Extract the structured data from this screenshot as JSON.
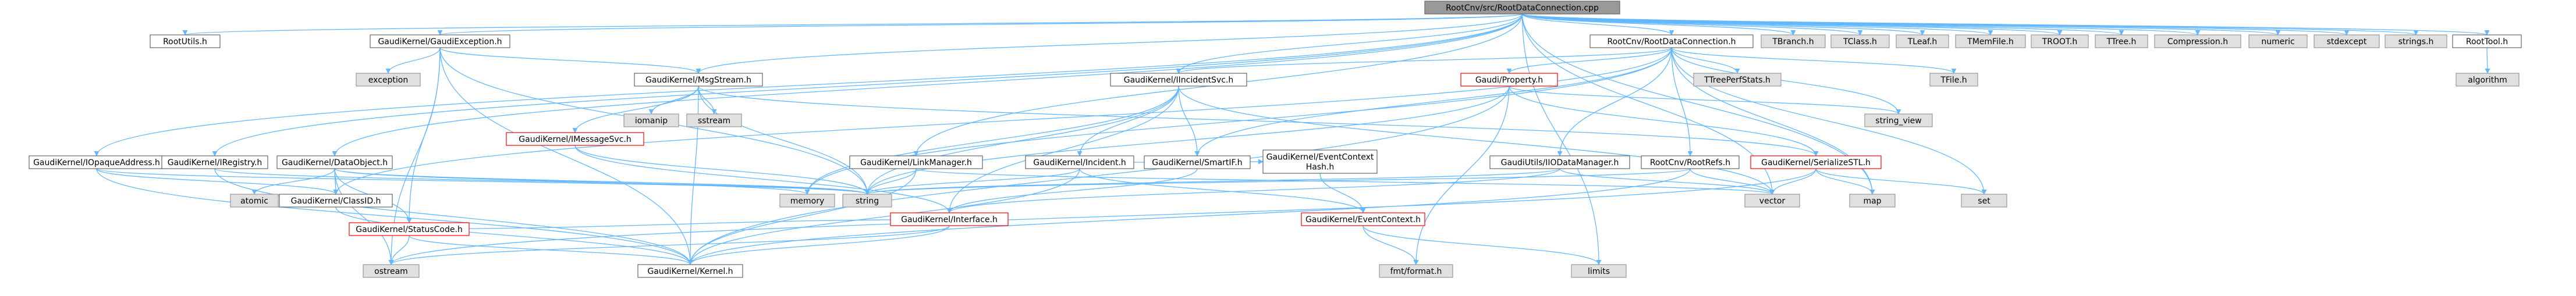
{
  "colors": {
    "root_fill": "#999999",
    "doc_fill": "#ffffff",
    "doc_stroke": "#666666",
    "red_stroke": "#ff0000",
    "system_fill": "#e0e0e0",
    "system_stroke": "#999999",
    "edge": "#63B8FF"
  },
  "nodes": [
    {
      "id": "root",
      "label": "RootCnv/src/RootDataConnection.cpp",
      "kind": "root"
    },
    {
      "id": "rootutils",
      "label": "RootUtils.h",
      "kind": "doc"
    },
    {
      "id": "gaudiexc",
      "label": "GaudiKernel/GaudiException.h",
      "kind": "doc"
    },
    {
      "id": "exception",
      "label": "exception",
      "kind": "system"
    },
    {
      "id": "msgstream",
      "label": "GaudiKernel/MsgStream.h",
      "kind": "doc"
    },
    {
      "id": "iomanip",
      "label": "iomanip",
      "kind": "system"
    },
    {
      "id": "sstream",
      "label": "sstream",
      "kind": "system"
    },
    {
      "id": "imessagesvc",
      "label": "GaudiKernel/IMessageSvc.h",
      "kind": "red"
    },
    {
      "id": "iincidentsvc",
      "label": "GaudiKernel/IIncidentSvc.h",
      "kind": "doc"
    },
    {
      "id": "incident",
      "label": "GaudiKernel/Incident.h",
      "kind": "doc"
    },
    {
      "id": "smartif",
      "label": "GaudiKernel/SmartIF.h",
      "kind": "doc"
    },
    {
      "id": "evctxhash",
      "label": "GaudiKernel/EventContext Hash.h",
      "kind": "doc",
      "lines": [
        "GaudiKernel/EventContext",
        "Hash.h"
      ]
    },
    {
      "id": "linkmanager",
      "label": "GaudiKernel/LinkManager.h",
      "kind": "doc"
    },
    {
      "id": "iopaque",
      "label": "GaudiKernel/IOpaqueAddress.h",
      "kind": "doc"
    },
    {
      "id": "iregistry",
      "label": "GaudiKernel/IRegistry.h",
      "kind": "doc"
    },
    {
      "id": "dataobject",
      "label": "GaudiKernel/DataObject.h",
      "kind": "doc"
    },
    {
      "id": "atomic",
      "label": "atomic",
      "kind": "system"
    },
    {
      "id": "classid",
      "label": "GaudiKernel/ClassID.h",
      "kind": "doc"
    },
    {
      "id": "statuscode",
      "label": "GaudiKernel/StatusCode.h",
      "kind": "red"
    },
    {
      "id": "ostream",
      "label": "ostream",
      "kind": "system"
    },
    {
      "id": "kernel",
      "label": "GaudiKernel/Kernel.h",
      "kind": "doc"
    },
    {
      "id": "memory",
      "label": "memory",
      "kind": "system"
    },
    {
      "id": "string",
      "label": "string",
      "kind": "system"
    },
    {
      "id": "interface",
      "label": "GaudiKernel/Interface.h",
      "kind": "red"
    },
    {
      "id": "rootdataconn",
      "label": "RootCnv/RootDataConnection.h",
      "kind": "doc"
    },
    {
      "id": "property",
      "label": "Gaudi/Property.h",
      "kind": "red"
    },
    {
      "id": "tfile",
      "label": "TFile.h",
      "kind": "system"
    },
    {
      "id": "ttreeperf",
      "label": "TTreePerfStats.h",
      "kind": "system"
    },
    {
      "id": "iiodatamgr",
      "label": "GaudiUtils/IIODataManager.h",
      "kind": "doc"
    },
    {
      "id": "rootrefs",
      "label": "RootCnv/RootRefs.h",
      "kind": "doc"
    },
    {
      "id": "serializestl",
      "label": "GaudiKernel/SerializeSTL.h",
      "kind": "red"
    },
    {
      "id": "eventcontext",
      "label": "GaudiKernel/EventContext.h",
      "kind": "red"
    },
    {
      "id": "stringview",
      "label": "string_view",
      "kind": "system"
    },
    {
      "id": "vector",
      "label": "vector",
      "kind": "system"
    },
    {
      "id": "map",
      "label": "map",
      "kind": "system"
    },
    {
      "id": "set",
      "label": "set",
      "kind": "system"
    },
    {
      "id": "fmtformat",
      "label": "fmt/format.h",
      "kind": "system"
    },
    {
      "id": "limits",
      "label": "limits",
      "kind": "system"
    },
    {
      "id": "tbranch",
      "label": "TBranch.h",
      "kind": "system"
    },
    {
      "id": "tclass",
      "label": "TClass.h",
      "kind": "system"
    },
    {
      "id": "tleaf",
      "label": "TLeaf.h",
      "kind": "system"
    },
    {
      "id": "tmemfile",
      "label": "TMemFile.h",
      "kind": "system"
    },
    {
      "id": "troot",
      "label": "TROOT.h",
      "kind": "system"
    },
    {
      "id": "ttree",
      "label": "TTree.h",
      "kind": "system"
    },
    {
      "id": "compression",
      "label": "Compression.h",
      "kind": "system"
    },
    {
      "id": "numeric",
      "label": "numeric",
      "kind": "system"
    },
    {
      "id": "stdexcept",
      "label": "stdexcept",
      "kind": "system"
    },
    {
      "id": "stringsh",
      "label": "strings.h",
      "kind": "system"
    },
    {
      "id": "roottool",
      "label": "RootTool.h",
      "kind": "doc"
    },
    {
      "id": "algorithm",
      "label": "algorithm",
      "kind": "system"
    }
  ],
  "edges": [
    [
      "root",
      "rootutils"
    ],
    [
      "root",
      "gaudiexc"
    ],
    [
      "root",
      "msgstream"
    ],
    [
      "root",
      "iincidentsvc"
    ],
    [
      "root",
      "linkmanager"
    ],
    [
      "root",
      "iopaque"
    ],
    [
      "root",
      "iregistry"
    ],
    [
      "root",
      "dataobject"
    ],
    [
      "root",
      "rootdataconn"
    ],
    [
      "root",
      "tbranch"
    ],
    [
      "root",
      "tclass"
    ],
    [
      "root",
      "tleaf"
    ],
    [
      "root",
      "tmemfile"
    ],
    [
      "root",
      "troot"
    ],
    [
      "root",
      "ttree"
    ],
    [
      "root",
      "compression"
    ],
    [
      "root",
      "numeric"
    ],
    [
      "root",
      "stdexcept"
    ],
    [
      "root",
      "stringsh"
    ],
    [
      "root",
      "roottool"
    ],
    [
      "root",
      "limits"
    ],
    [
      "root",
      "map"
    ],
    [
      "root",
      "vector"
    ],
    [
      "gaudiexc",
      "exception"
    ],
    [
      "gaudiexc",
      "msgstream"
    ],
    [
      "gaudiexc",
      "kernel"
    ],
    [
      "gaudiexc",
      "statuscode"
    ],
    [
      "gaudiexc",
      "string"
    ],
    [
      "gaudiexc",
      "ostream"
    ],
    [
      "msgstream",
      "imessagesvc"
    ],
    [
      "msgstream",
      "iomanip"
    ],
    [
      "msgstream",
      "sstream"
    ],
    [
      "msgstream",
      "string"
    ],
    [
      "msgstream",
      "serializestl"
    ],
    [
      "msgstream",
      "kernel"
    ],
    [
      "imessagesvc",
      "interface"
    ],
    [
      "imessagesvc",
      "string"
    ],
    [
      "iincidentsvc",
      "incident"
    ],
    [
      "iincidentsvc",
      "smartif"
    ],
    [
      "iincidentsvc",
      "interface"
    ],
    [
      "iincidentsvc",
      "string"
    ],
    [
      "iincidentsvc",
      "vector"
    ],
    [
      "iincidentsvc",
      "memory"
    ],
    [
      "incident",
      "evctxhash"
    ],
    [
      "incident",
      "eventcontext"
    ],
    [
      "incident",
      "kernel"
    ],
    [
      "incident",
      "string"
    ],
    [
      "evctxhash",
      "eventcontext"
    ],
    [
      "smartif",
      "interface"
    ],
    [
      "linkmanager",
      "kernel"
    ],
    [
      "linkmanager",
      "string"
    ],
    [
      "linkmanager",
      "vector"
    ],
    [
      "iopaque",
      "classid"
    ],
    [
      "iopaque",
      "kernel"
    ],
    [
      "iopaque",
      "string"
    ],
    [
      "iregistry",
      "kernel"
    ],
    [
      "iregistry",
      "string"
    ],
    [
      "dataobject",
      "classid"
    ],
    [
      "dataobject",
      "statuscode"
    ],
    [
      "dataobject",
      "atomic"
    ],
    [
      "dataobject",
      "memory"
    ],
    [
      "dataobject",
      "ostream"
    ],
    [
      "dataobject",
      "string"
    ],
    [
      "classid",
      "kernel"
    ],
    [
      "statuscode",
      "ostream"
    ],
    [
      "statuscode",
      "kernel"
    ],
    [
      "interface",
      "kernel"
    ],
    [
      "interface",
      "statuscode"
    ],
    [
      "interface",
      "ostream"
    ],
    [
      "rootdataconn",
      "property"
    ],
    [
      "rootdataconn",
      "tfile"
    ],
    [
      "rootdataconn",
      "ttreeperf"
    ],
    [
      "rootdataconn",
      "iiodatamgr"
    ],
    [
      "rootdataconn",
      "rootrefs"
    ],
    [
      "rootdataconn",
      "iincidentsvc"
    ],
    [
      "rootdataconn",
      "smartif"
    ],
    [
      "rootdataconn",
      "classid"
    ],
    [
      "rootdataconn",
      "stringview"
    ],
    [
      "rootdataconn",
      "map"
    ],
    [
      "rootdataconn",
      "set"
    ],
    [
      "rootdataconn",
      "memory"
    ],
    [
      "property",
      "serializestl"
    ],
    [
      "property",
      "fmtformat"
    ],
    [
      "property",
      "stringview"
    ],
    [
      "property",
      "kernel"
    ],
    [
      "property",
      "string"
    ],
    [
      "iiodatamgr",
      "interface"
    ],
    [
      "iiodatamgr",
      "string"
    ],
    [
      "iiodatamgr",
      "vector"
    ],
    [
      "rootrefs",
      "vector"
    ],
    [
      "rootrefs",
      "string"
    ],
    [
      "rootrefs",
      "kernel"
    ],
    [
      "serializestl",
      "map"
    ],
    [
      "serializestl",
      "vector"
    ],
    [
      "serializestl",
      "set"
    ],
    [
      "serializestl",
      "ostream"
    ],
    [
      "eventcontext",
      "fmtformat"
    ],
    [
      "eventcontext",
      "limits"
    ],
    [
      "roottool",
      "algorithm"
    ]
  ]
}
